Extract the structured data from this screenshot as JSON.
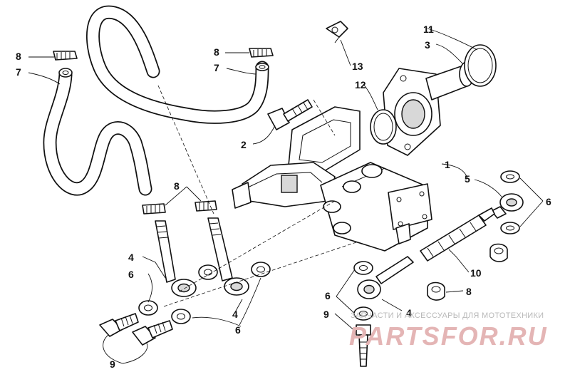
{
  "labels": [
    {
      "text": "1"
    },
    {
      "text": "2"
    },
    {
      "text": "3"
    },
    {
      "text": "4"
    },
    {
      "text": "4"
    },
    {
      "text": "4"
    },
    {
      "text": "5"
    },
    {
      "text": "6"
    },
    {
      "text": "6"
    },
    {
      "text": "6"
    },
    {
      "text": "6"
    },
    {
      "text": "7"
    },
    {
      "text": "7"
    },
    {
      "text": "8"
    },
    {
      "text": "8"
    },
    {
      "text": "8"
    },
    {
      "text": "8"
    },
    {
      "text": "9"
    },
    {
      "text": "9"
    },
    {
      "text": "10"
    },
    {
      "text": "11"
    },
    {
      "text": "12"
    },
    {
      "text": "13"
    }
  ],
  "watermark": {
    "caption": "ЗАПЧАСТИ И АКСЕССУАРЫ ДЛЯ МОТОТЕХНИКИ",
    "brand": "PARTSFOR.RU"
  }
}
